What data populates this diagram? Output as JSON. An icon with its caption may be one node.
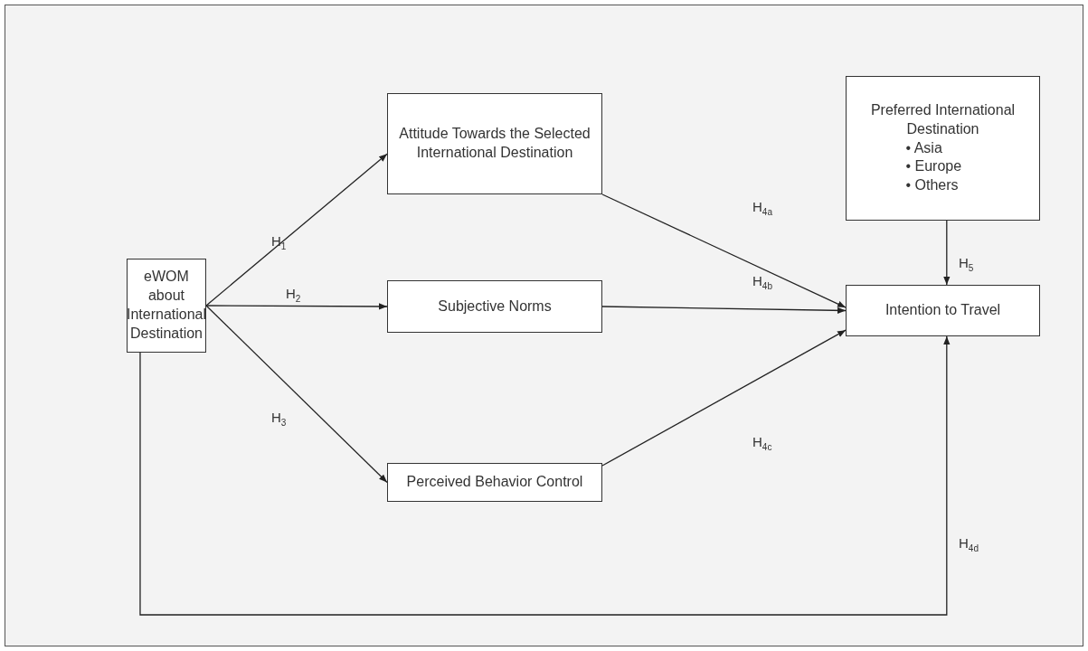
{
  "diagram": {
    "nodes": [
      {
        "text": [
          "eWOM about International Destination"
        ]
      },
      {
        "text": [
          "Attitude Towards the Selected International Destination"
        ]
      },
      {
        "text": [
          "Subjective Norms"
        ]
      },
      {
        "text": [
          "Perceived Behavior Control"
        ]
      },
      {
        "text": [
          "Intention to Travel"
        ]
      },
      {
        "text": [
          "Preferred International Destination",
          "• Asia",
          "• Europe",
          "• Others"
        ]
      }
    ],
    "edges": [
      {
        "from": 0,
        "to": 1,
        "arrow": "to",
        "label": "H$_{1}$"
      },
      {
        "from": 0,
        "to": 2,
        "arrow": "to",
        "label": "H$_{2}$"
      },
      {
        "from": 0,
        "to": 3,
        "arrow": "to",
        "label": "H$_{3}$"
      },
      {
        "from": 1,
        "to": 4,
        "arrow": "to",
        "label": "H$_{4a}$"
      },
      {
        "from": 2,
        "to": 4,
        "arrow": "to",
        "label": "H$_{4b}$"
      },
      {
        "from": 3,
        "to": 4,
        "arrow": "to",
        "label": "H$_{4c}$"
      },
      {
        "from": 0,
        "to": 4,
        "arrow": "to",
        "label": "H$_{4d}$"
      },
      {
        "from": 5,
        "to": 4,
        "arrow": "to",
        "label": "H$_{5}$"
      }
    ]
  }
}
